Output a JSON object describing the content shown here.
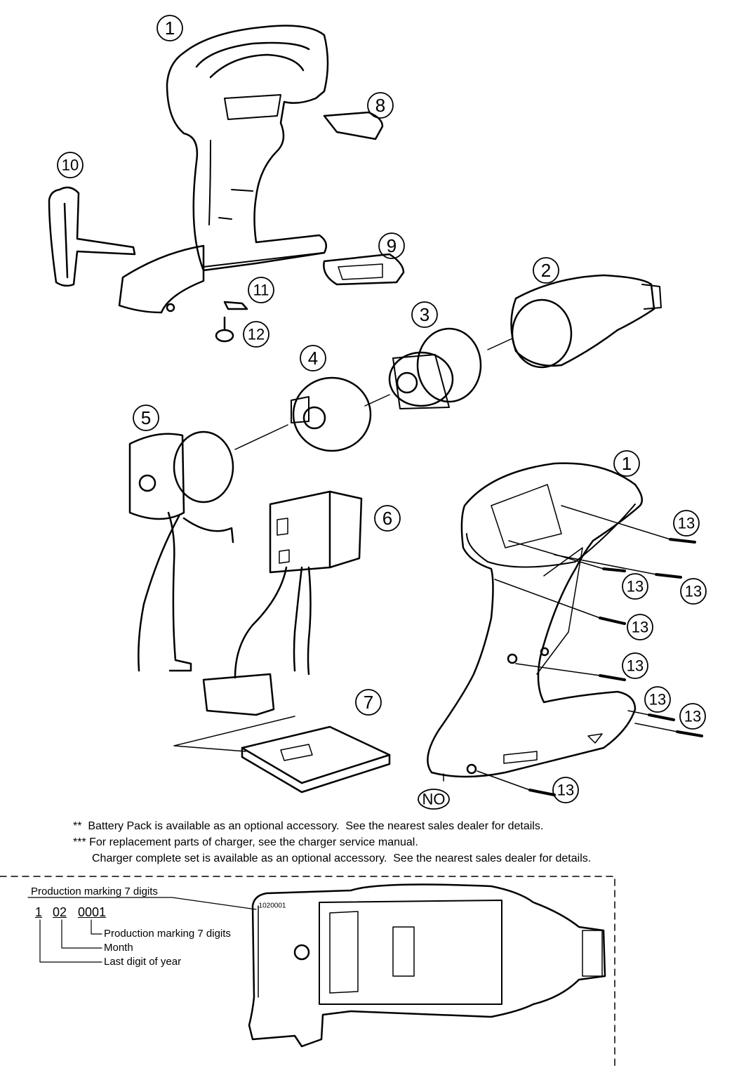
{
  "callouts": {
    "c1a": "1",
    "c8": "8",
    "c10": "10",
    "c9": "9",
    "c2": "2",
    "c11": "11",
    "c12": "12",
    "c3": "3",
    "c4": "4",
    "c5": "5",
    "c1b": "1",
    "c6": "6",
    "c13": "13",
    "c7": "7",
    "no": "NO"
  },
  "notes": {
    "battery": "**  Battery Pack is available as an optional accessory.  See the nearest sales dealer for details.",
    "charger": "*** For replacement parts of charger, see the charger service manual.",
    "charger_set": "Charger complete set is available as an optional accessory.  See the nearest sales dealer for details."
  },
  "production": {
    "title": "Production marking 7 digits",
    "digit_year": "1",
    "digit_month": "02",
    "digit_serial": "0001",
    "label_serial": "Production marking 7 digits",
    "label_month": "Month",
    "label_year": "Last digit of year",
    "stamp": "1020001"
  }
}
